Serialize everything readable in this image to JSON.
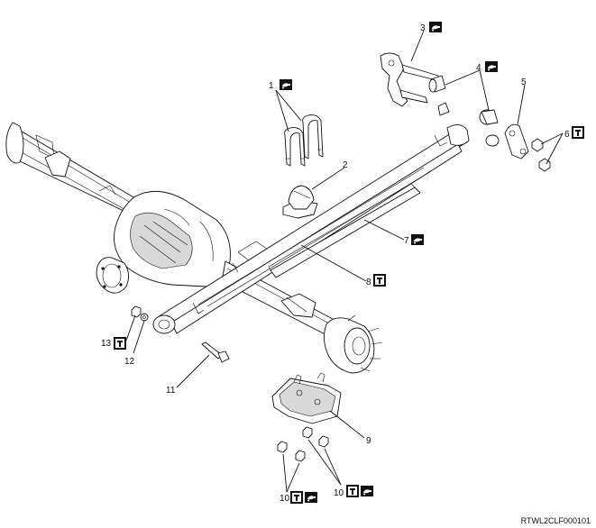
{
  "callouts": [
    {
      "id": "1",
      "label": "1",
      "symbol": "grease-icon"
    },
    {
      "id": "2",
      "label": "2",
      "symbol": ""
    },
    {
      "id": "3",
      "label": "3",
      "symbol": "grease-icon"
    },
    {
      "id": "4",
      "label": "4",
      "symbol": "grease-icon"
    },
    {
      "id": "5",
      "label": "5",
      "symbol": ""
    },
    {
      "id": "6",
      "label": "6",
      "symbol": "torque-icon"
    },
    {
      "id": "7",
      "label": "7",
      "symbol": "grease-icon"
    },
    {
      "id": "8",
      "label": "8",
      "symbol": "torque-icon"
    },
    {
      "id": "9",
      "label": "9",
      "symbol": ""
    },
    {
      "id": "10a",
      "label": "10",
      "symbol": "torque-grease-icons"
    },
    {
      "id": "10b",
      "label": "10",
      "symbol": "torque-grease-icons"
    },
    {
      "id": "11",
      "label": "11",
      "symbol": ""
    },
    {
      "id": "12",
      "label": "12",
      "symbol": ""
    },
    {
      "id": "13",
      "label": "13",
      "symbol": "torque-icon"
    }
  ],
  "torque_symbol_letter": "T",
  "reference_code": "RTWL2CLF000101",
  "colors": {
    "line": "#111111",
    "background": "#ffffff",
    "symbol_fill": "#111111"
  }
}
